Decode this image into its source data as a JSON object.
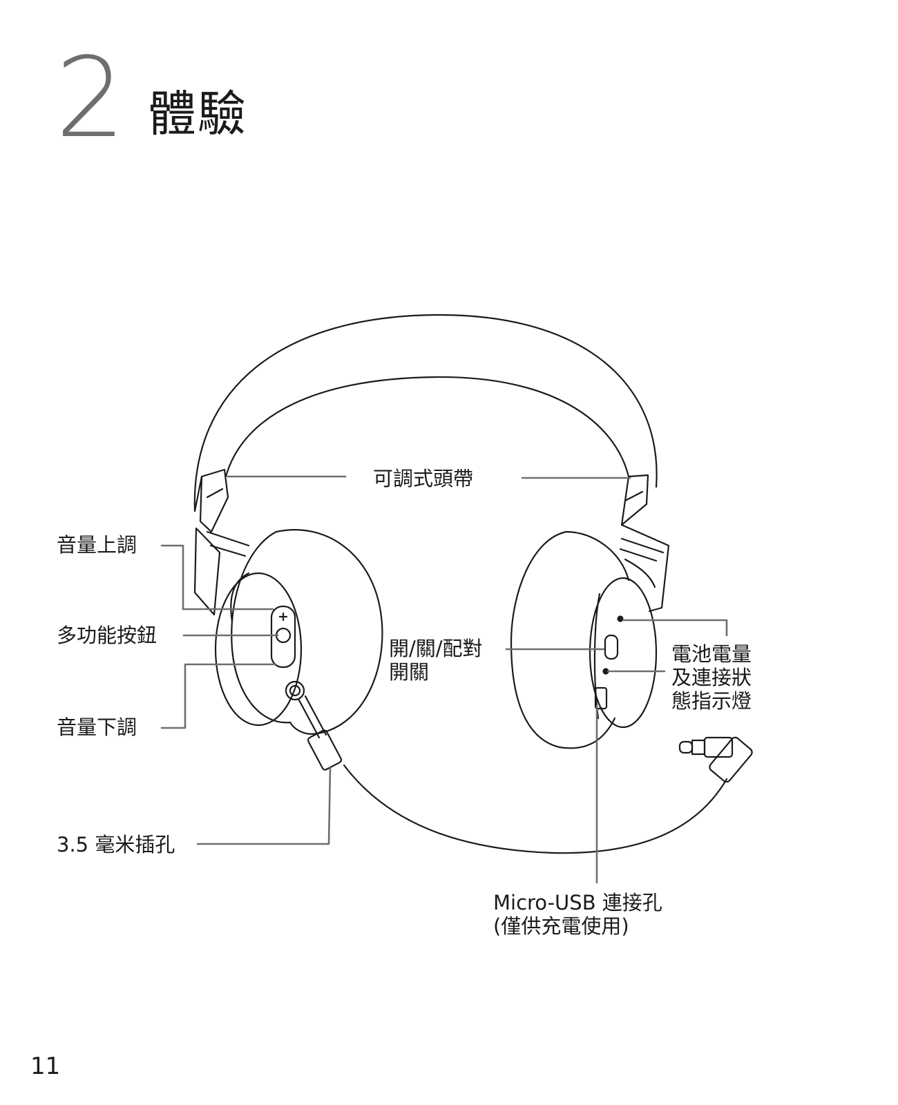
{
  "chapter": {
    "number": "2",
    "title": "體驗"
  },
  "labels": {
    "headband": "可調式頭帶",
    "volume_up": "音量上調",
    "multifunction": "多功能按鈕",
    "volume_down": "音量下調",
    "audio_jack": "3.5 毫米插孔",
    "power_pairing": [
      "開/關/配對",
      "開關"
    ],
    "battery_status": [
      "電池電量",
      "及連接狀",
      "態指示燈"
    ],
    "micro_usb": [
      "Micro-USB 連接孔",
      "(僅供充電使用)"
    ]
  },
  "page_number": "11"
}
